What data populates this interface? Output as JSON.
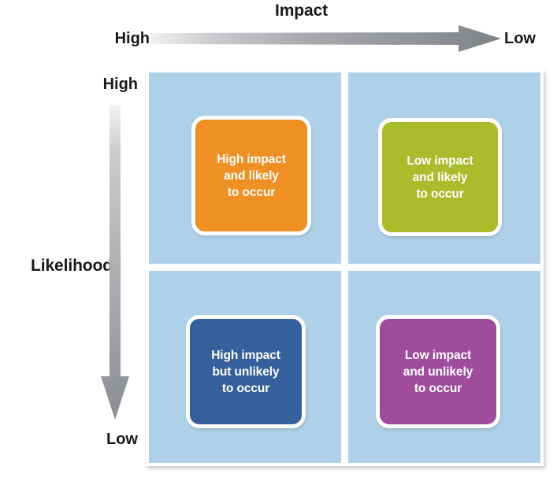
{
  "axes": {
    "x": {
      "title": "Impact",
      "start_label": "High",
      "end_label": "Low",
      "direction": "left-to-right",
      "arrow_icon": "right-arrow-gradient-icon"
    },
    "y": {
      "title": "Likelihood",
      "start_label": "High",
      "end_label": "Low",
      "direction": "top-to-bottom",
      "arrow_icon": "down-arrow-gradient-icon"
    }
  },
  "matrix": {
    "background_color": "#aed0e8",
    "divider_color": "#ffffff",
    "quadrants": [
      {
        "position": "top-left",
        "impact": "High",
        "likelihood": "High",
        "label": "High impact\nand likely\nto occur",
        "color": "#ee9023",
        "color_name": "orange"
      },
      {
        "position": "top-right",
        "impact": "Low",
        "likelihood": "High",
        "label": "Low impact\nand likely\nto occur",
        "color": "#a9bc2b",
        "color_name": "olive-green"
      },
      {
        "position": "bottom-left",
        "impact": "High",
        "likelihood": "Low",
        "label": "High impact\nbut unlikely\nto occur",
        "color": "#35609b",
        "color_name": "dark-blue"
      },
      {
        "position": "bottom-right",
        "impact": "Low",
        "likelihood": "Low",
        "label": "Low impact\nand unlikely\nto occur",
        "color": "#a04c9c",
        "color_name": "purple"
      }
    ]
  },
  "chart_data": {
    "type": "table",
    "title": "Impact",
    "xlabel": "Impact",
    "ylabel": "Likelihood",
    "x_tick_labels": [
      "High",
      "Low"
    ],
    "y_tick_labels": [
      "High",
      "Low"
    ],
    "grid": true,
    "legend": "none",
    "cells": [
      {
        "x": "High",
        "y": "High",
        "value": "High impact and likely to occur",
        "color": "#ee9023"
      },
      {
        "x": "Low",
        "y": "High",
        "value": "Low impact and likely to occur",
        "color": "#a9bc2b"
      },
      {
        "x": "High",
        "y": "Low",
        "value": "High impact but unlikely to occur",
        "color": "#35609b"
      },
      {
        "x": "Low",
        "y": "Low",
        "value": "Low impact and unlikely to occur",
        "color": "#a04c9c"
      }
    ]
  }
}
